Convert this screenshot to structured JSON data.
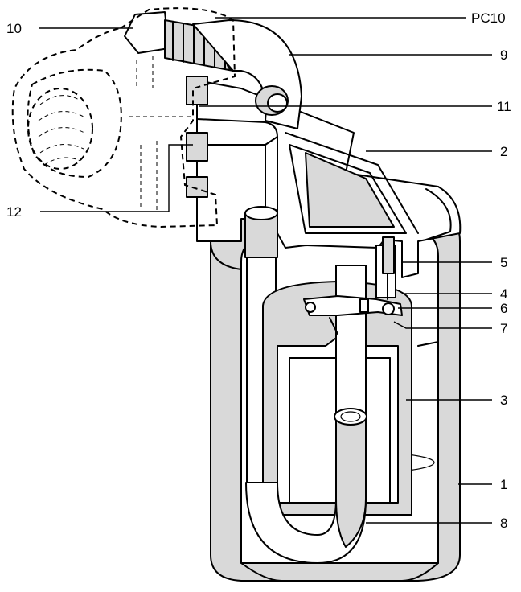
{
  "diagram": {
    "callouts": [
      {
        "id": "pc10",
        "text": "PC10"
      },
      {
        "id": "10",
        "text": "10"
      },
      {
        "id": "9",
        "text": "9"
      },
      {
        "id": "11",
        "text": "11"
      },
      {
        "id": "2",
        "text": "2"
      },
      {
        "id": "12",
        "text": "12"
      },
      {
        "id": "5",
        "text": "5"
      },
      {
        "id": "4",
        "text": "4"
      },
      {
        "id": "6",
        "text": "6"
      },
      {
        "id": "7",
        "text": "7"
      },
      {
        "id": "3",
        "text": "3"
      },
      {
        "id": "1",
        "text": "1"
      },
      {
        "id": "8",
        "text": "8"
      }
    ]
  }
}
